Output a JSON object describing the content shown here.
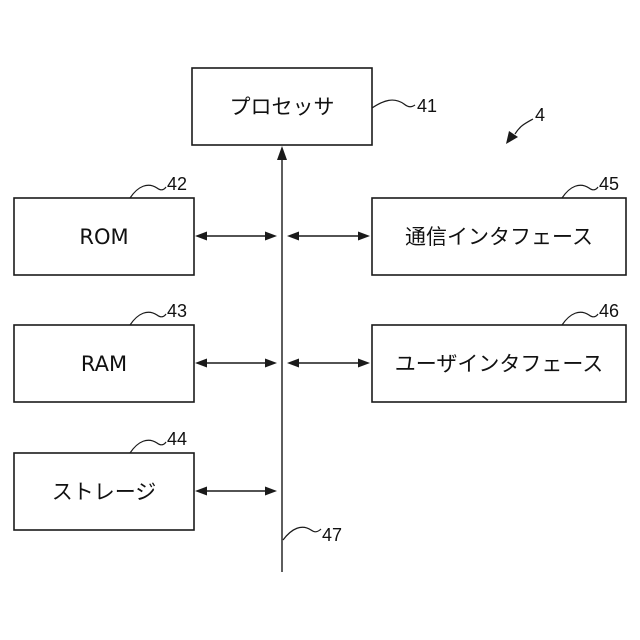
{
  "diagram": {
    "system_ref": "4",
    "bus_ref": "47",
    "blocks": {
      "processor": {
        "label": "プロセッサ",
        "ref": "41"
      },
      "rom": {
        "label": "ROM",
        "ref": "42"
      },
      "ram": {
        "label": "RAM",
        "ref": "43"
      },
      "storage": {
        "label": "ストレージ",
        "ref": "44"
      },
      "comm_interface": {
        "label": "通信インタフェース",
        "ref": "45"
      },
      "user_interface": {
        "label": "ユーザインタフェース",
        "ref": "46"
      }
    }
  }
}
